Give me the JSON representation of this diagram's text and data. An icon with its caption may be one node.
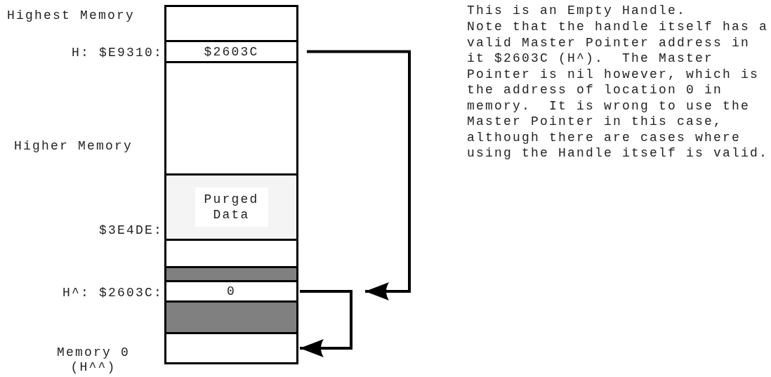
{
  "diagram": {
    "nodes": [
      {
        "text": [],
        "shape": "box"
      },
      {
        "text": [
          "$2603C"
        ],
        "beside": [
          "H: $E9310:"
        ]
      },
      {
        "text": [],
        "shape": "box"
      },
      {
        "text": [
          "Purged Data"
        ],
        "beside": [
          "$3E4DE:"
        ]
      },
      {
        "text": [],
        "shape": "box"
      },
      {
        "text": [],
        "shape": "bar"
      },
      {
        "text": [
          "0"
        ],
        "beside": [
          "H^: $2603C:"
        ]
      },
      {
        "text": [],
        "shape": "bar"
      },
      {
        "text": [],
        "shape": "box",
        "beside": [
          "Memory 0 (H^^)"
        ]
      }
    ],
    "edges": [
      {
        "from": 1,
        "to": 6,
        "arrow": "to"
      },
      {
        "from": 6,
        "to": 8,
        "arrow": "to"
      }
    ],
    "labels": [
      "Highest Memory",
      "This is an Empty Handle.",
      "Note that the handle itself has a valid Master Pointer address in it $2603C (H^).  The Master Pointer is nil however, which is the address of location 0 in memory.  It is wrong to use the Master Pointer in this case, although there are cases where using the Handle itself is valid.",
      "Higher Memory"
    ]
  }
}
